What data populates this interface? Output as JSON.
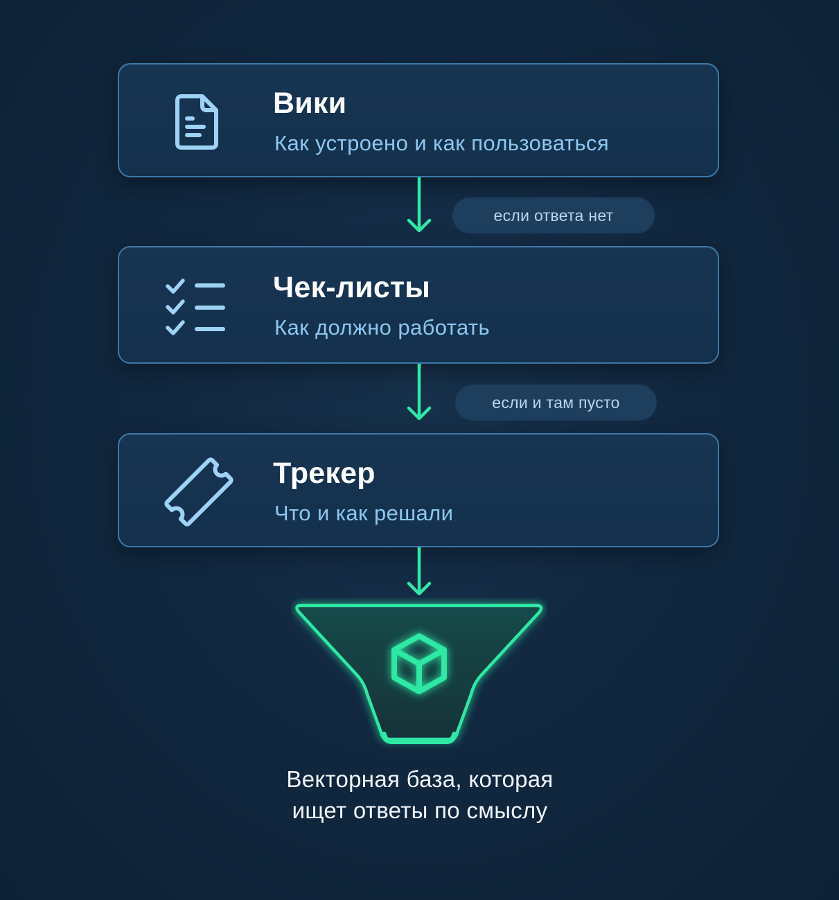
{
  "cards": [
    {
      "title": "Вики",
      "subtitle": "Как устроено и как пользоваться",
      "icon": "document-icon"
    },
    {
      "title": "Чек-листы",
      "subtitle": "Как должно работать",
      "icon": "checklist-icon"
    },
    {
      "title": "Трекер",
      "subtitle": "Что и как решали",
      "icon": "ticket-icon"
    }
  ],
  "transitions": [
    {
      "label": "если ответа нет"
    },
    {
      "label": "если и там пусто"
    }
  ],
  "destination": {
    "icon": "cube-icon",
    "caption_line1": "Векторная база, которая",
    "caption_line2": "ищет ответы по смыслу"
  },
  "colors": {
    "background": "#112840",
    "card_border": "#3d78a8",
    "card_fill": "#163350",
    "accent_green": "#2ee8a4",
    "icon_blue": "#9fd3f5",
    "subtitle_blue": "#8dc7ee",
    "pill_fill": "#1d3e5c"
  }
}
